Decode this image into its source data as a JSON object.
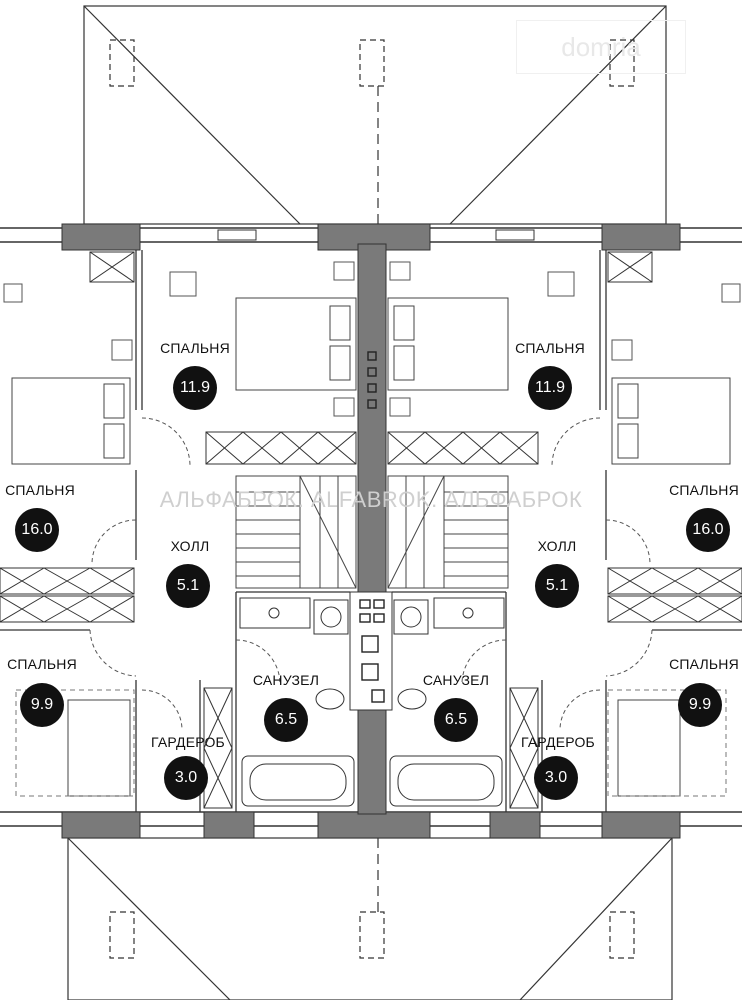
{
  "logo_text": "domria",
  "watermark": "АЛЬФАБРОК. ALFABROK. АЛЬФАБРОК",
  "colors": {
    "wall": "#6e6e6e",
    "pillar": "#7a7a7a",
    "line": "#222222",
    "badge": "#111111"
  },
  "rooms": {
    "bedroom_right_top_center": {
      "label": "СПАЛЬНЯ",
      "area": "11.9"
    },
    "bedroom_left_top_center": {
      "label": "СПАЛЬНЯ",
      "area": "11.9"
    },
    "bedroom_left_big": {
      "label": "СПАЛЬНЯ",
      "area": "16.0"
    },
    "bedroom_right_big": {
      "label": "СПАЛЬНЯ",
      "area": "16.0"
    },
    "hall_left": {
      "label": "ХОЛЛ",
      "area": "5.1"
    },
    "hall_right": {
      "label": "ХОЛЛ",
      "area": "5.1"
    },
    "bedroom_left_small": {
      "label": "СПАЛЬНЯ",
      "area": "9.9"
    },
    "bedroom_right_small": {
      "label": "СПАЛЬНЯ",
      "area": "9.9"
    },
    "bath_left": {
      "label": "САНУЗЕЛ",
      "area": "6.5"
    },
    "bath_right": {
      "label": "САНУЗЕЛ",
      "area": "6.5"
    },
    "wardrobe_left": {
      "label": "ГАРДЕРОБ",
      "area": "3.0"
    },
    "wardrobe_right": {
      "label": "ГАРДЕРОБ",
      "area": "3.0"
    }
  }
}
